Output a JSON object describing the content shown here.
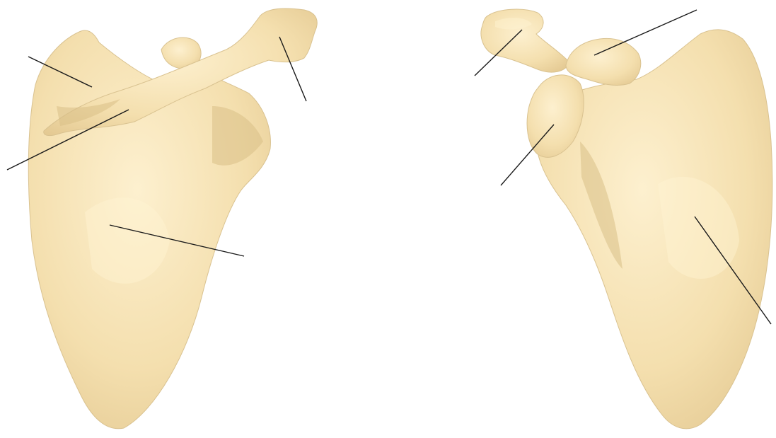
{
  "colors": {
    "bone_light": "#fbe9c2",
    "bone_mid": "#f1d9a4",
    "bone_dark": "#cdb07a",
    "leader_line": "#1a1a1a",
    "background": "#ffffff"
  },
  "views": [
    {
      "id": "posterior-view",
      "leader_count": 4
    },
    {
      "id": "anterior-view",
      "leader_count": 4
    }
  ]
}
